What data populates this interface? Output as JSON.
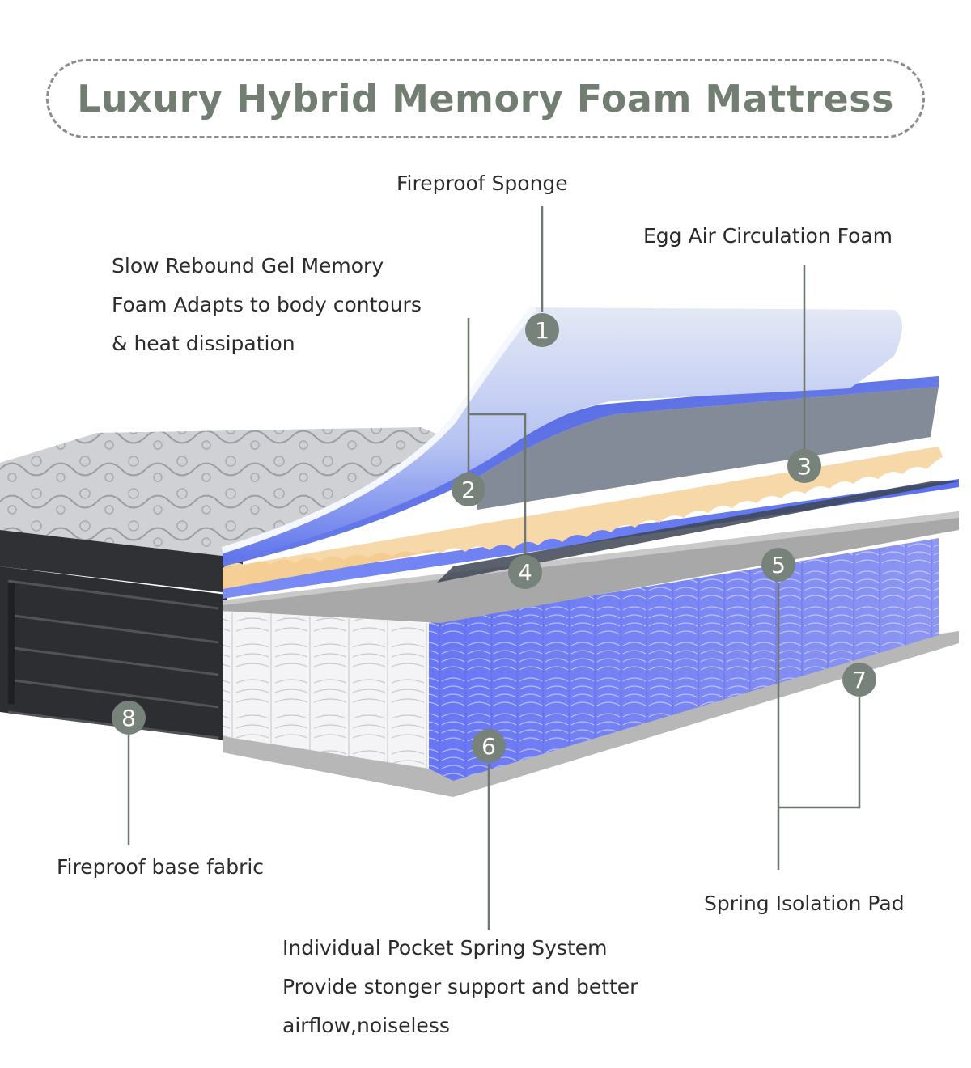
{
  "title": "Luxury Hybrid Memory Foam Mattress",
  "colors": {
    "accent": "#77827a",
    "badge": "#77827a",
    "leader": "#6f766f",
    "gel_foam": "#6b7ff0",
    "egg_foam": "#f2c98a",
    "springs": "#6e78f2",
    "felt": "#9a9a9a",
    "cover": "#2a2a2a"
  },
  "labels": {
    "fireproof_sponge": "Fireproof Sponge",
    "egg_foam": "Egg Air Circulation Foam",
    "gel_memory": [
      "Slow Rebound Gel Memory",
      "Foam Adapts to body contours",
      "& heat dissipation"
    ],
    "base_fabric": "Fireproof base fabric",
    "isolation_pad": "Spring Isolation Pad",
    "pocket_spring": [
      "Individual Pocket Spring System",
      "Provide stonger support and better",
      "airflow,noiseless"
    ]
  },
  "badges": [
    "1",
    "2",
    "3",
    "4",
    "5",
    "6",
    "7",
    "8"
  ]
}
